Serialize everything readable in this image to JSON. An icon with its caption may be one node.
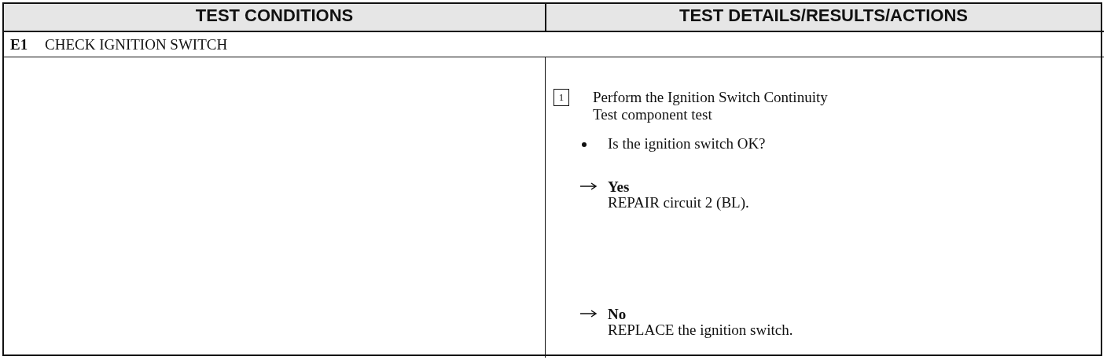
{
  "diagram": {
    "labels": [
      "TEST CONDITIONS",
      "TEST DETAILS/RESULTS/ACTIONS",
      "E1",
      "CHECK IGNITION SWITCH",
      "1",
      "Perform the Ignition Switch Continuity Test component test",
      "Is the ignition switch OK?",
      "Yes",
      "REPAIR circuit 2 (BL).",
      "No",
      "REPLACE the ignition switch."
    ]
  }
}
